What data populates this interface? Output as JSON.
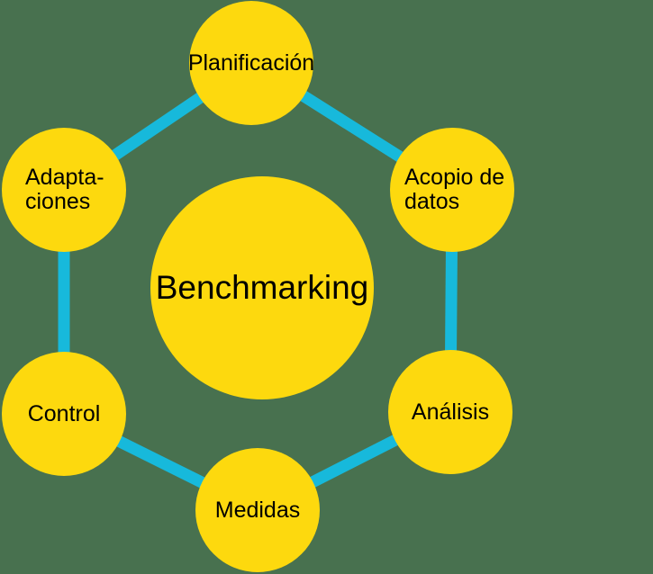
{
  "diagram": {
    "title": "Benchmarking cycle diagram",
    "background_color": "#48714F",
    "colors": {
      "node_fill": "#FDD90E",
      "connector": "#17B9DB",
      "text": "#000000"
    },
    "center": {
      "label": "Benchmarking"
    },
    "nodes": [
      {
        "id": "planificacion",
        "label": "Planificación"
      },
      {
        "id": "acopio",
        "label": "Acopio de\ndatos"
      },
      {
        "id": "analisis",
        "label": "Análisis"
      },
      {
        "id": "medidas",
        "label": "Medidas"
      },
      {
        "id": "control",
        "label": "Control"
      },
      {
        "id": "adaptaciones",
        "label": "Adapta-\nciones"
      }
    ],
    "edges": [
      {
        "from": "adaptaciones",
        "to": "planificacion"
      },
      {
        "from": "planificacion",
        "to": "acopio"
      },
      {
        "from": "acopio",
        "to": "analisis"
      },
      {
        "from": "analisis",
        "to": "medidas"
      },
      {
        "from": "medidas",
        "to": "control"
      },
      {
        "from": "control",
        "to": "adaptaciones"
      }
    ]
  }
}
